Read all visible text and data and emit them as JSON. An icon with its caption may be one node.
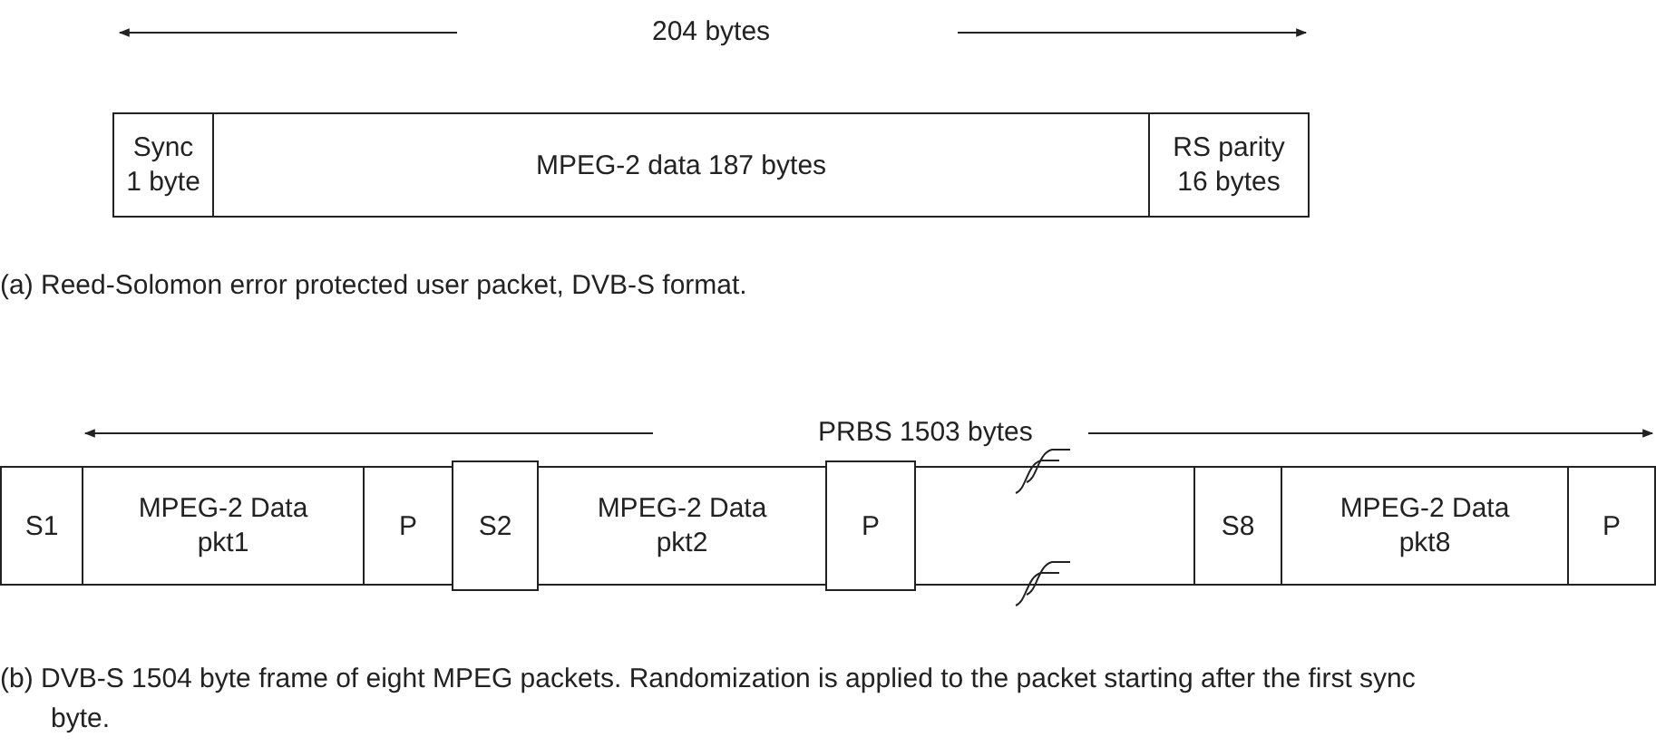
{
  "diagram": {
    "nodes": [
      {
        "text": [
          "Sync 1 byte"
        ]
      },
      {
        "text": [
          "MPEG-2 data 187 bytes"
        ]
      },
      {
        "text": [
          "RS parity 16 bytes"
        ]
      },
      {
        "text": [
          "S1"
        ]
      },
      {
        "text": [
          "MPEG-2 Data pkt1"
        ]
      },
      {
        "text": [
          "P"
        ]
      },
      {
        "text": [
          "S2"
        ]
      },
      {
        "text": [
          "MPEG-2 Data pkt2"
        ]
      },
      {
        "text": [
          "P"
        ]
      },
      {
        "text": [],
        "shape": "box"
      },
      {
        "text": [
          "S8"
        ]
      },
      {
        "text": [
          "MPEG-2 Data pkt8"
        ]
      },
      {
        "text": [
          "P"
        ]
      }
    ],
    "edges": [],
    "labels": [
      "204 bytes",
      "(a)  Reed-Solomon error protected user packet, DVB-S format.",
      "PRBS 1503 bytes",
      "(b)  DVB-S 1504 byte frame of eight MPEG packets. Randomization is applied to the packet starting after the first sync byte."
    ]
  }
}
